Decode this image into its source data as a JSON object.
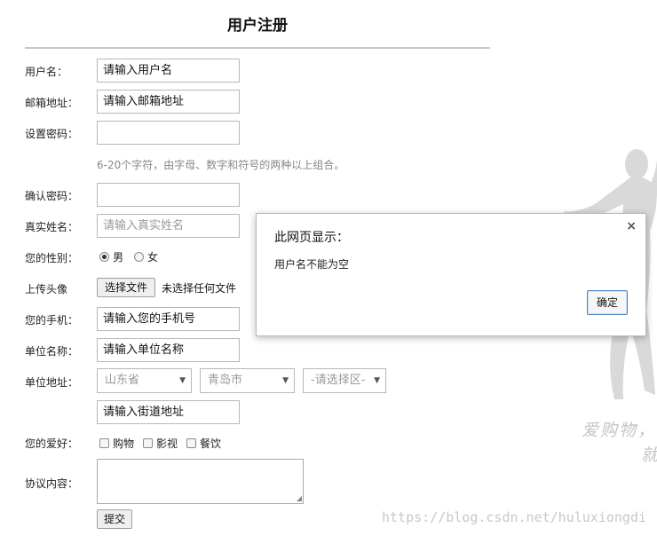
{
  "form": {
    "title": "用户注册",
    "labels": {
      "username": "用户名：",
      "email": "邮箱地址：",
      "password": "设置密码：",
      "confirm_password": "确认密码：",
      "real_name": "真实姓名：",
      "gender": "您的性别：",
      "avatar": "上传头像",
      "phone": "您的手机：",
      "company": "单位名称：",
      "address": "单位地址：",
      "hobbies": "您的爱好：",
      "agreement": "协议内容："
    },
    "fields": {
      "username": "请输入用户名",
      "email": "请输入邮箱地址",
      "password": "",
      "confirm_password": "",
      "real_name_placeholder": "请输入真实姓名",
      "phone": "请输入您的手机号",
      "company": "请输入单位名称",
      "street": "请输入街道地址"
    },
    "password_hint": "6-20个字符，由字母、数字和符号的两种以上组合。",
    "gender_options": [
      "男",
      "女"
    ],
    "gender_selected": "男",
    "file_button": "选择文件",
    "file_status": "未选择任何文件",
    "province": "山东省",
    "city": "青岛市",
    "district": "-请选择区-",
    "hobby_options": [
      "购物",
      "影视",
      "餐饮"
    ],
    "submit_label": "提交"
  },
  "dialog": {
    "title": "此网页显示：",
    "message": "用户名不能为空",
    "ok_label": "确定",
    "close_glyph": "×"
  },
  "decoration": {
    "slogan_line1": "爱购物，",
    "slogan_line2": "就"
  },
  "watermark": "https://blog.csdn.net/huluxiongdi"
}
